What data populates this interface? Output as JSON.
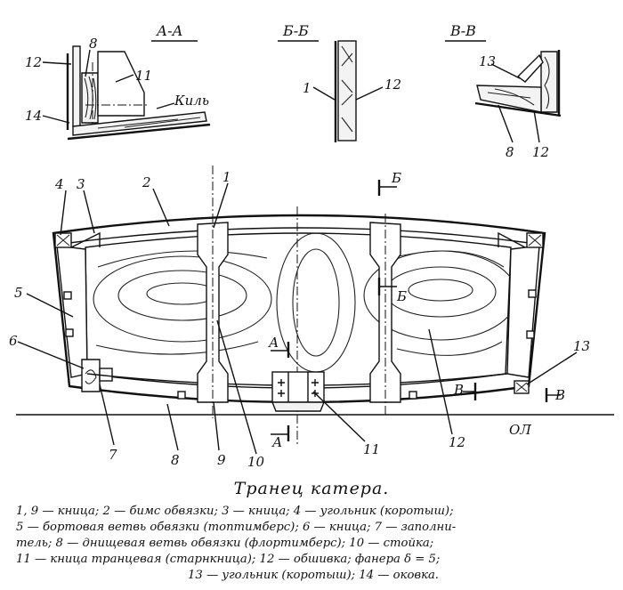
{
  "figure": {
    "sections": {
      "aa": "А-А",
      "bb": "Б-Б",
      "vv": "В-В"
    },
    "labels": {
      "n1": "1",
      "n2": "2",
      "n3": "3",
      "n4": "4",
      "n5": "5",
      "n6": "6",
      "n7": "7",
      "n8": "8",
      "n9": "9",
      "n10": "10",
      "n11": "11",
      "n12": "12",
      "n13": "13",
      "n14": "14",
      "kil": "Киль",
      "cut_a": "А",
      "cut_b": "Б",
      "cut_v": "В",
      "ol": "ОЛ"
    }
  },
  "caption": {
    "title": "Транец катера.",
    "legend_lines": [
      "1, 9 — кница; 2 — бимс обвязки; 3 — кница; 4 — угольник (коротыш);",
      "5 — бортовая ветвь обвязки (топтимберс); 6 — кница; 7 — заполни-",
      "тель; 8 — днищевая ветвь обвязки (флортимберс); 10 — стойка;",
      "11 — кница транцевая (старнкница); 12 — обшивка; фанера δ = 5;",
      "13 — угольник (коротыш); 14 — оковка."
    ]
  }
}
